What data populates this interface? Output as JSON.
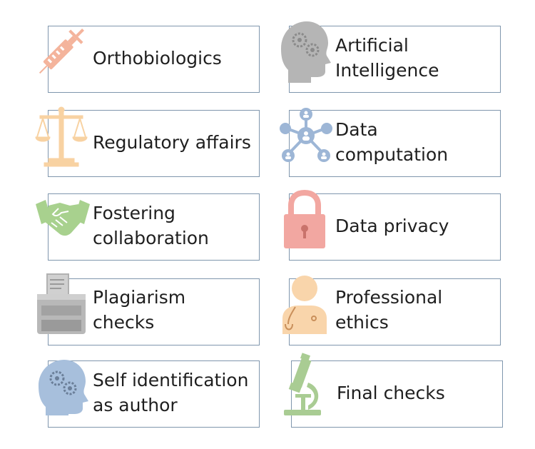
{
  "items": [
    {
      "label": "Orthobiologics",
      "icon": "syringe-icon",
      "color": "#f4b49c"
    },
    {
      "label": "Artificial Intelligence",
      "icon": "ai-head-gears-icon",
      "color": "#a9a9a9"
    },
    {
      "label": "Regulatory affairs",
      "icon": "scales-icon",
      "color": "#f8d2a2"
    },
    {
      "label": "Data computation",
      "icon": "network-icon",
      "color": "#9db6d6"
    },
    {
      "label": "Fostering collaboration",
      "icon": "handshake-icon",
      "color": "#a8d18e"
    },
    {
      "label": "Data privacy",
      "icon": "padlock-icon",
      "color": "#f2a7a1"
    },
    {
      "label": "Plagiarism checks",
      "icon": "printer-icon",
      "color": "#b2b2b2"
    },
    {
      "label": "Professional ethics",
      "icon": "doctor-icon",
      "color": "#f9d5ab"
    },
    {
      "label": "Self identification as author",
      "icon": "head-gears-icon",
      "color": "#a7bfdc"
    },
    {
      "label": "Final checks",
      "icon": "microscope-icon",
      "color": "#a9cc93"
    }
  ]
}
